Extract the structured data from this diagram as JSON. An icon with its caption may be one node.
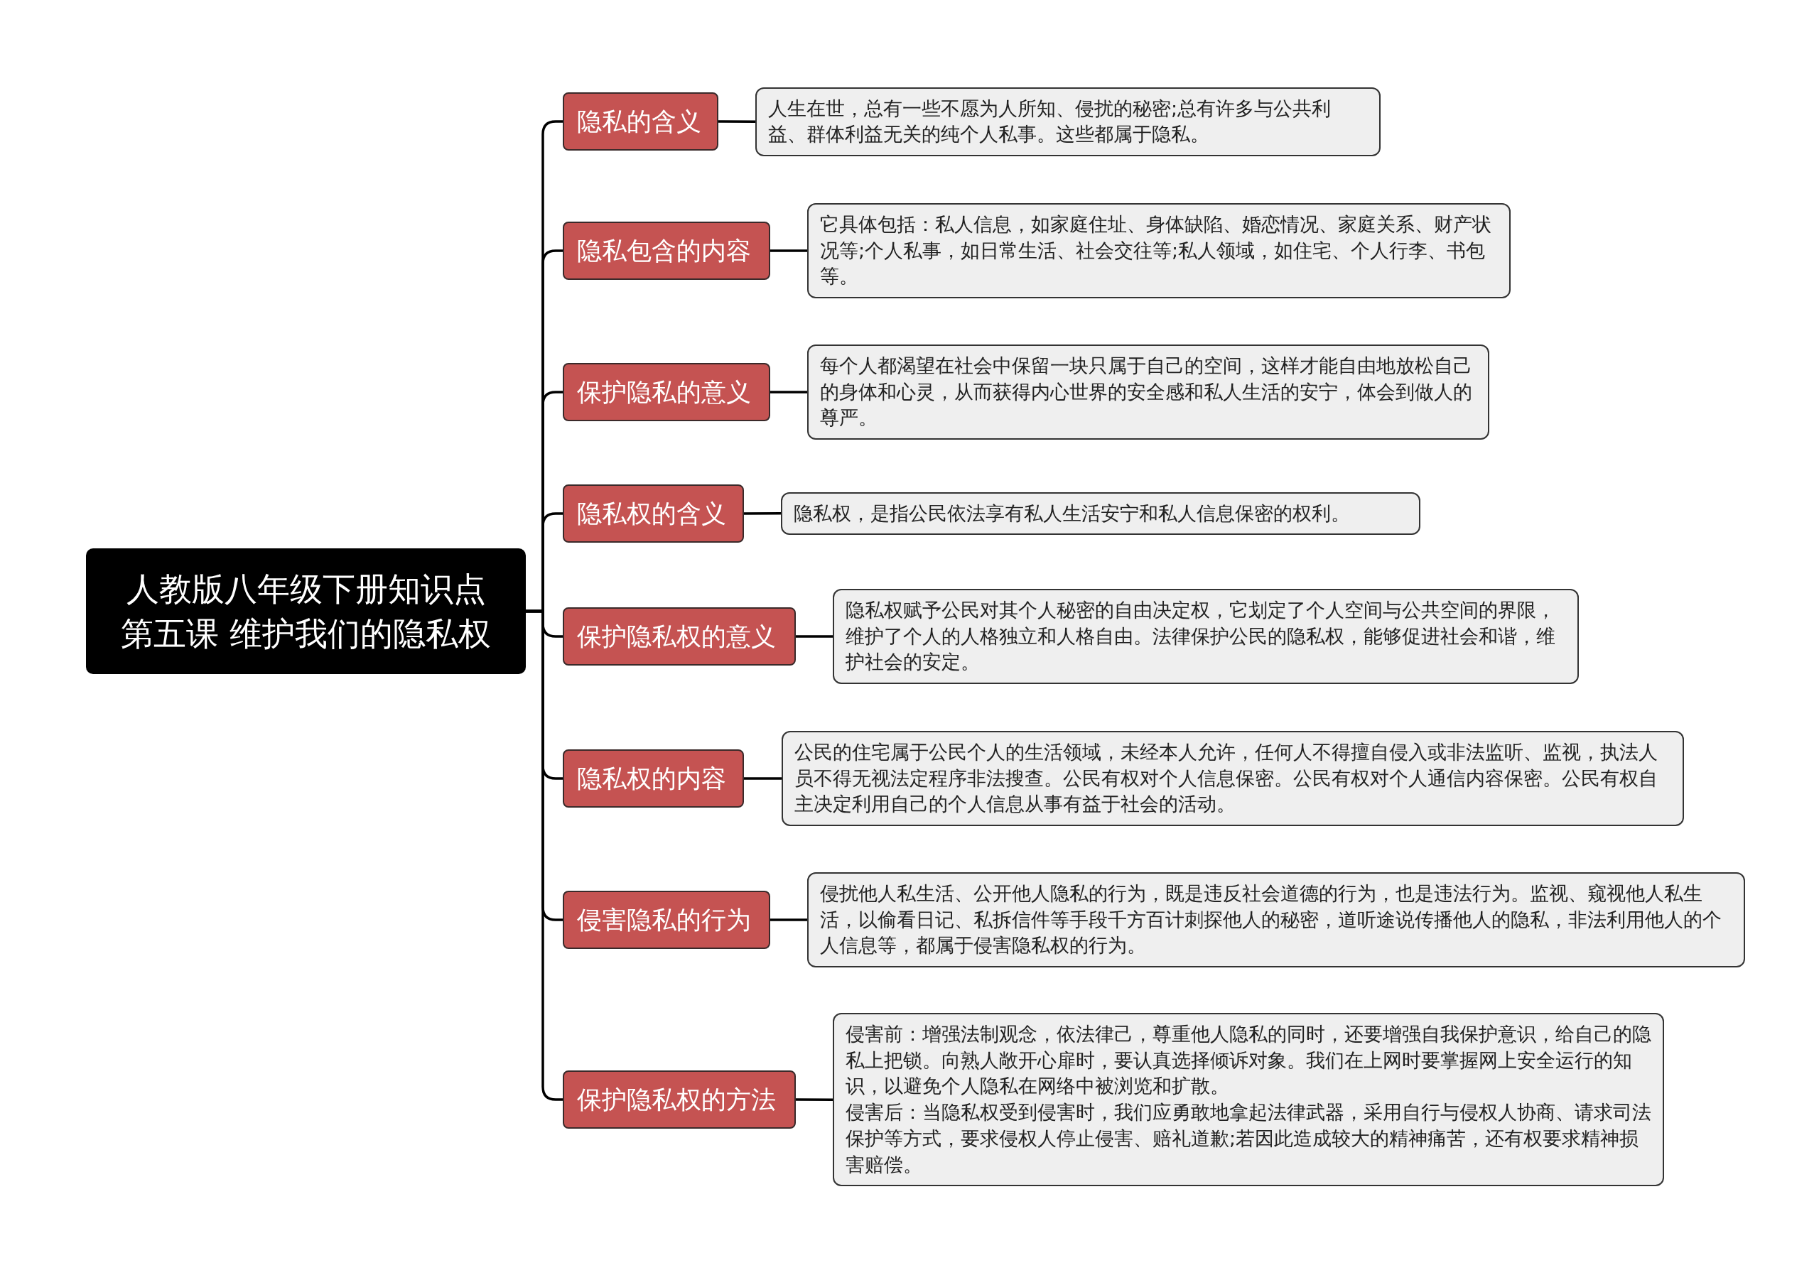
{
  "diagram": {
    "nodes": [
      {
        "text": [
          "人教版八年级下册知识点",
          "第五课 维护我们的隐私权"
        ]
      },
      {
        "text": [
          "隐私的含义"
        ]
      },
      {
        "text": [
          "人生在世，总有一些不愿为人所知、侵扰的秘密;总有许多与公共利益、群体利益无关的纯个人私事。这些都属于隐私。"
        ]
      },
      {
        "text": [
          "隐私包含的内容"
        ]
      },
      {
        "text": [
          "它具体包括：私人信息，如家庭住址、身体缺陷、婚恋情况、家庭关系、财产状况等;个人私事，如日常生活、社会交往等;私人领域，如住宅、个人行李、书包等。"
        ]
      },
      {
        "text": [
          "保护隐私的意义"
        ]
      },
      {
        "text": [
          "每个人都渴望在社会中保留一块只属于自己的空间，这样才能自由地放松自己的身体和心灵，从而获得内心世界的安全感和私人生活的安宁，体会到做人的尊严。"
        ]
      },
      {
        "text": [
          "隐私权的含义"
        ]
      },
      {
        "text": [
          "隐私权，是指公民依法享有私人生活安宁和私人信息保密的权利。"
        ]
      },
      {
        "text": [
          "保护隐私权的意义"
        ]
      },
      {
        "text": [
          "隐私权赋予公民对其个人秘密的自由决定权，它划定了个人空间与公共空间的界限，维护了个人的人格独立和人格自由。法律保护公民的隐私权，能够促进社会和谐，维护社会的安定。"
        ]
      },
      {
        "text": [
          "隐私权的内容"
        ]
      },
      {
        "text": [
          "公民的住宅属于公民个人的生活领域，未经本人允许，任何人不得擅自侵入或非法监听、监视，执法人员不得无视法定程序非法搜查。公民有权对个人信息保密。公民有权对个人通信内容保密。公民有权自主决定利用自己的个人信息从事有益于社会的活动。"
        ]
      },
      {
        "text": [
          "侵害隐私的行为"
        ]
      },
      {
        "text": [
          "侵扰他人私生活、公开他人隐私的行为，既是违反社会道德的行为，也是违法行为。监视、窥视他人私生活，以偷看日记、私拆信件等手段千方百计刺探他人的秘密，道听途说传播他人的隐私，非法利用他人的个人信息等，都属于侵害隐私权的行为。"
        ]
      },
      {
        "text": [
          "保护隐私权的方法"
        ]
      },
      {
        "text": [
          "侵害前：增强法制观念，依法律己，尊重他人隐私的同时，还要增强自我保护意识，给自己的隐私上把锁。向熟人敞开心扉时，要认真选择倾诉对象。我们在上网时要掌握网上安全运行的知识，以避免个人隐私在网络中被浏览和扩散。",
          "侵害后：当隐私权受到侵害时，我们应勇敢地拿起法律武器，采用自行与侵权人协商、请求司法保护等方式，要求侵权人停止侵害、赔礼道歉;若因此造成较大的精神痛苦，还有权要求精神损害赔偿。"
        ]
      }
    ],
    "edges": [
      {
        "from": 0,
        "to": 1,
        "arrow": "none"
      },
      {
        "from": 1,
        "to": 2,
        "arrow": "none"
      },
      {
        "from": 0,
        "to": 3,
        "arrow": "none"
      },
      {
        "from": 3,
        "to": 4,
        "arrow": "none"
      },
      {
        "from": 0,
        "to": 5,
        "arrow": "none"
      },
      {
        "from": 5,
        "to": 6,
        "arrow": "none"
      },
      {
        "from": 0,
        "to": 7,
        "arrow": "none"
      },
      {
        "from": 7,
        "to": 8,
        "arrow": "none"
      },
      {
        "from": 0,
        "to": 9,
        "arrow": "none"
      },
      {
        "from": 9,
        "to": 10,
        "arrow": "none"
      },
      {
        "from": 0,
        "to": 11,
        "arrow": "none"
      },
      {
        "from": 11,
        "to": 12,
        "arrow": "none"
      },
      {
        "from": 0,
        "to": 13,
        "arrow": "none"
      },
      {
        "from": 13,
        "to": 14,
        "arrow": "none"
      },
      {
        "from": 0,
        "to": 15,
        "arrow": "none"
      },
      {
        "from": 15,
        "to": 16,
        "arrow": "none"
      }
    ]
  }
}
